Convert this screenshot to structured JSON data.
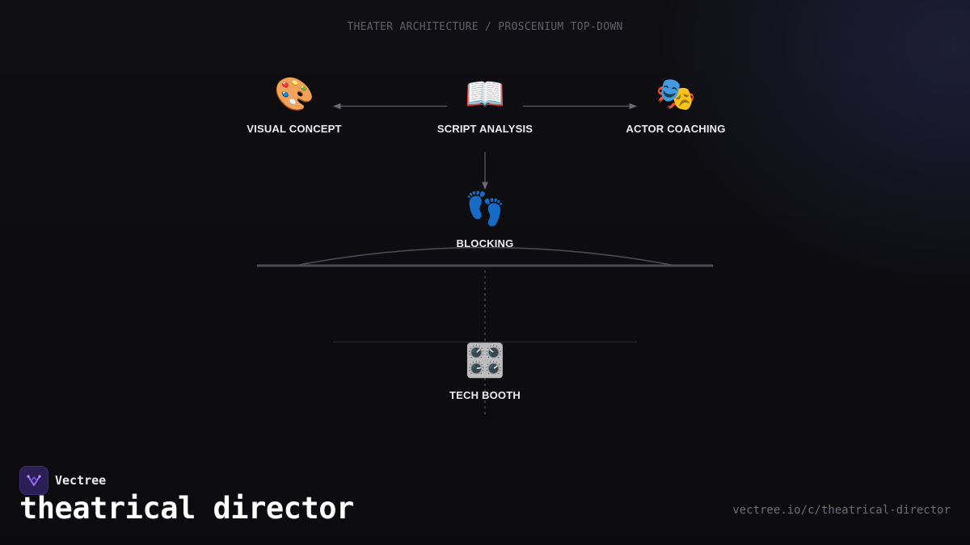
{
  "diagram": {
    "heading": "THEATER ARCHITECTURE / PROSCENIUM TOP-DOWN",
    "nodes": {
      "visual_concept": {
        "icon": "🎨",
        "icon_name": "palette-icon",
        "label": "VISUAL CONCEPT"
      },
      "script_analysis": {
        "icon": "📖",
        "icon_name": "open-book-icon",
        "label": "SCRIPT ANALYSIS"
      },
      "actor_coaching": {
        "icon": "🎭",
        "icon_name": "theater-masks-icon",
        "label": "ACTOR COACHING"
      },
      "blocking": {
        "icon": "👣",
        "icon_name": "footprints-icon",
        "label": "BLOCKING"
      },
      "tech_booth": {
        "icon": "🎛️",
        "icon_name": "control-knobs-icon",
        "label": "TECH BOOTH"
      }
    },
    "edges": [
      {
        "from": "SCRIPT ANALYSIS",
        "to": "VISUAL CONCEPT"
      },
      {
        "from": "SCRIPT ANALYSIS",
        "to": "ACTOR COACHING"
      },
      {
        "from": "SCRIPT ANALYSIS",
        "to": "BLOCKING"
      },
      {
        "from": "BLOCKING",
        "to": "TECH BOOTH",
        "style": "dashed"
      }
    ]
  },
  "footer": {
    "brand": "Vectree",
    "title": "theatrical director",
    "url": "vectree.io/c/theatrical-director"
  },
  "colors": {
    "background": "#0f0f13",
    "label": "#eceef2",
    "muted": "#5f6068",
    "line": "#5a5b62",
    "brand_purple": "#8b5cf6"
  }
}
